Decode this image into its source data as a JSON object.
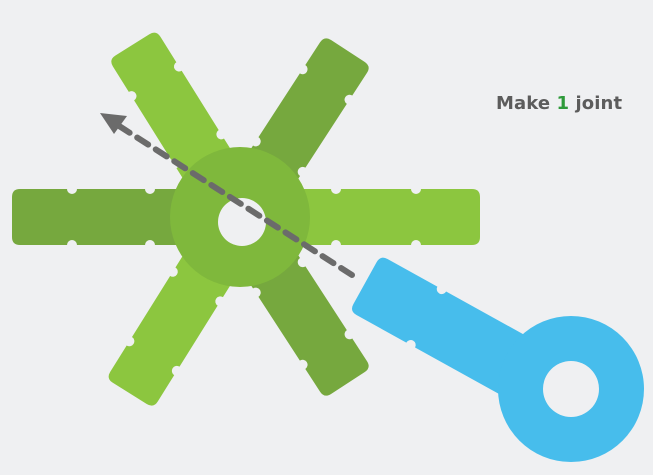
{
  "instruction": {
    "prefix": "Make ",
    "count": "1",
    "suffix": " joint"
  },
  "colors": {
    "background": "#eff0f2",
    "star_light": "#8cc63f",
    "star_dark": "#76a83e",
    "hub": "#7fb83c",
    "key_blue": "#47bdec",
    "arrow": "#6b6b6b",
    "text": "#5c5c5c",
    "count": "#2e9a3a"
  },
  "icons": {
    "star": "six-arm-connector-piece",
    "key": "key-connector-piece",
    "arrow": "dashed-direction-arrow"
  }
}
